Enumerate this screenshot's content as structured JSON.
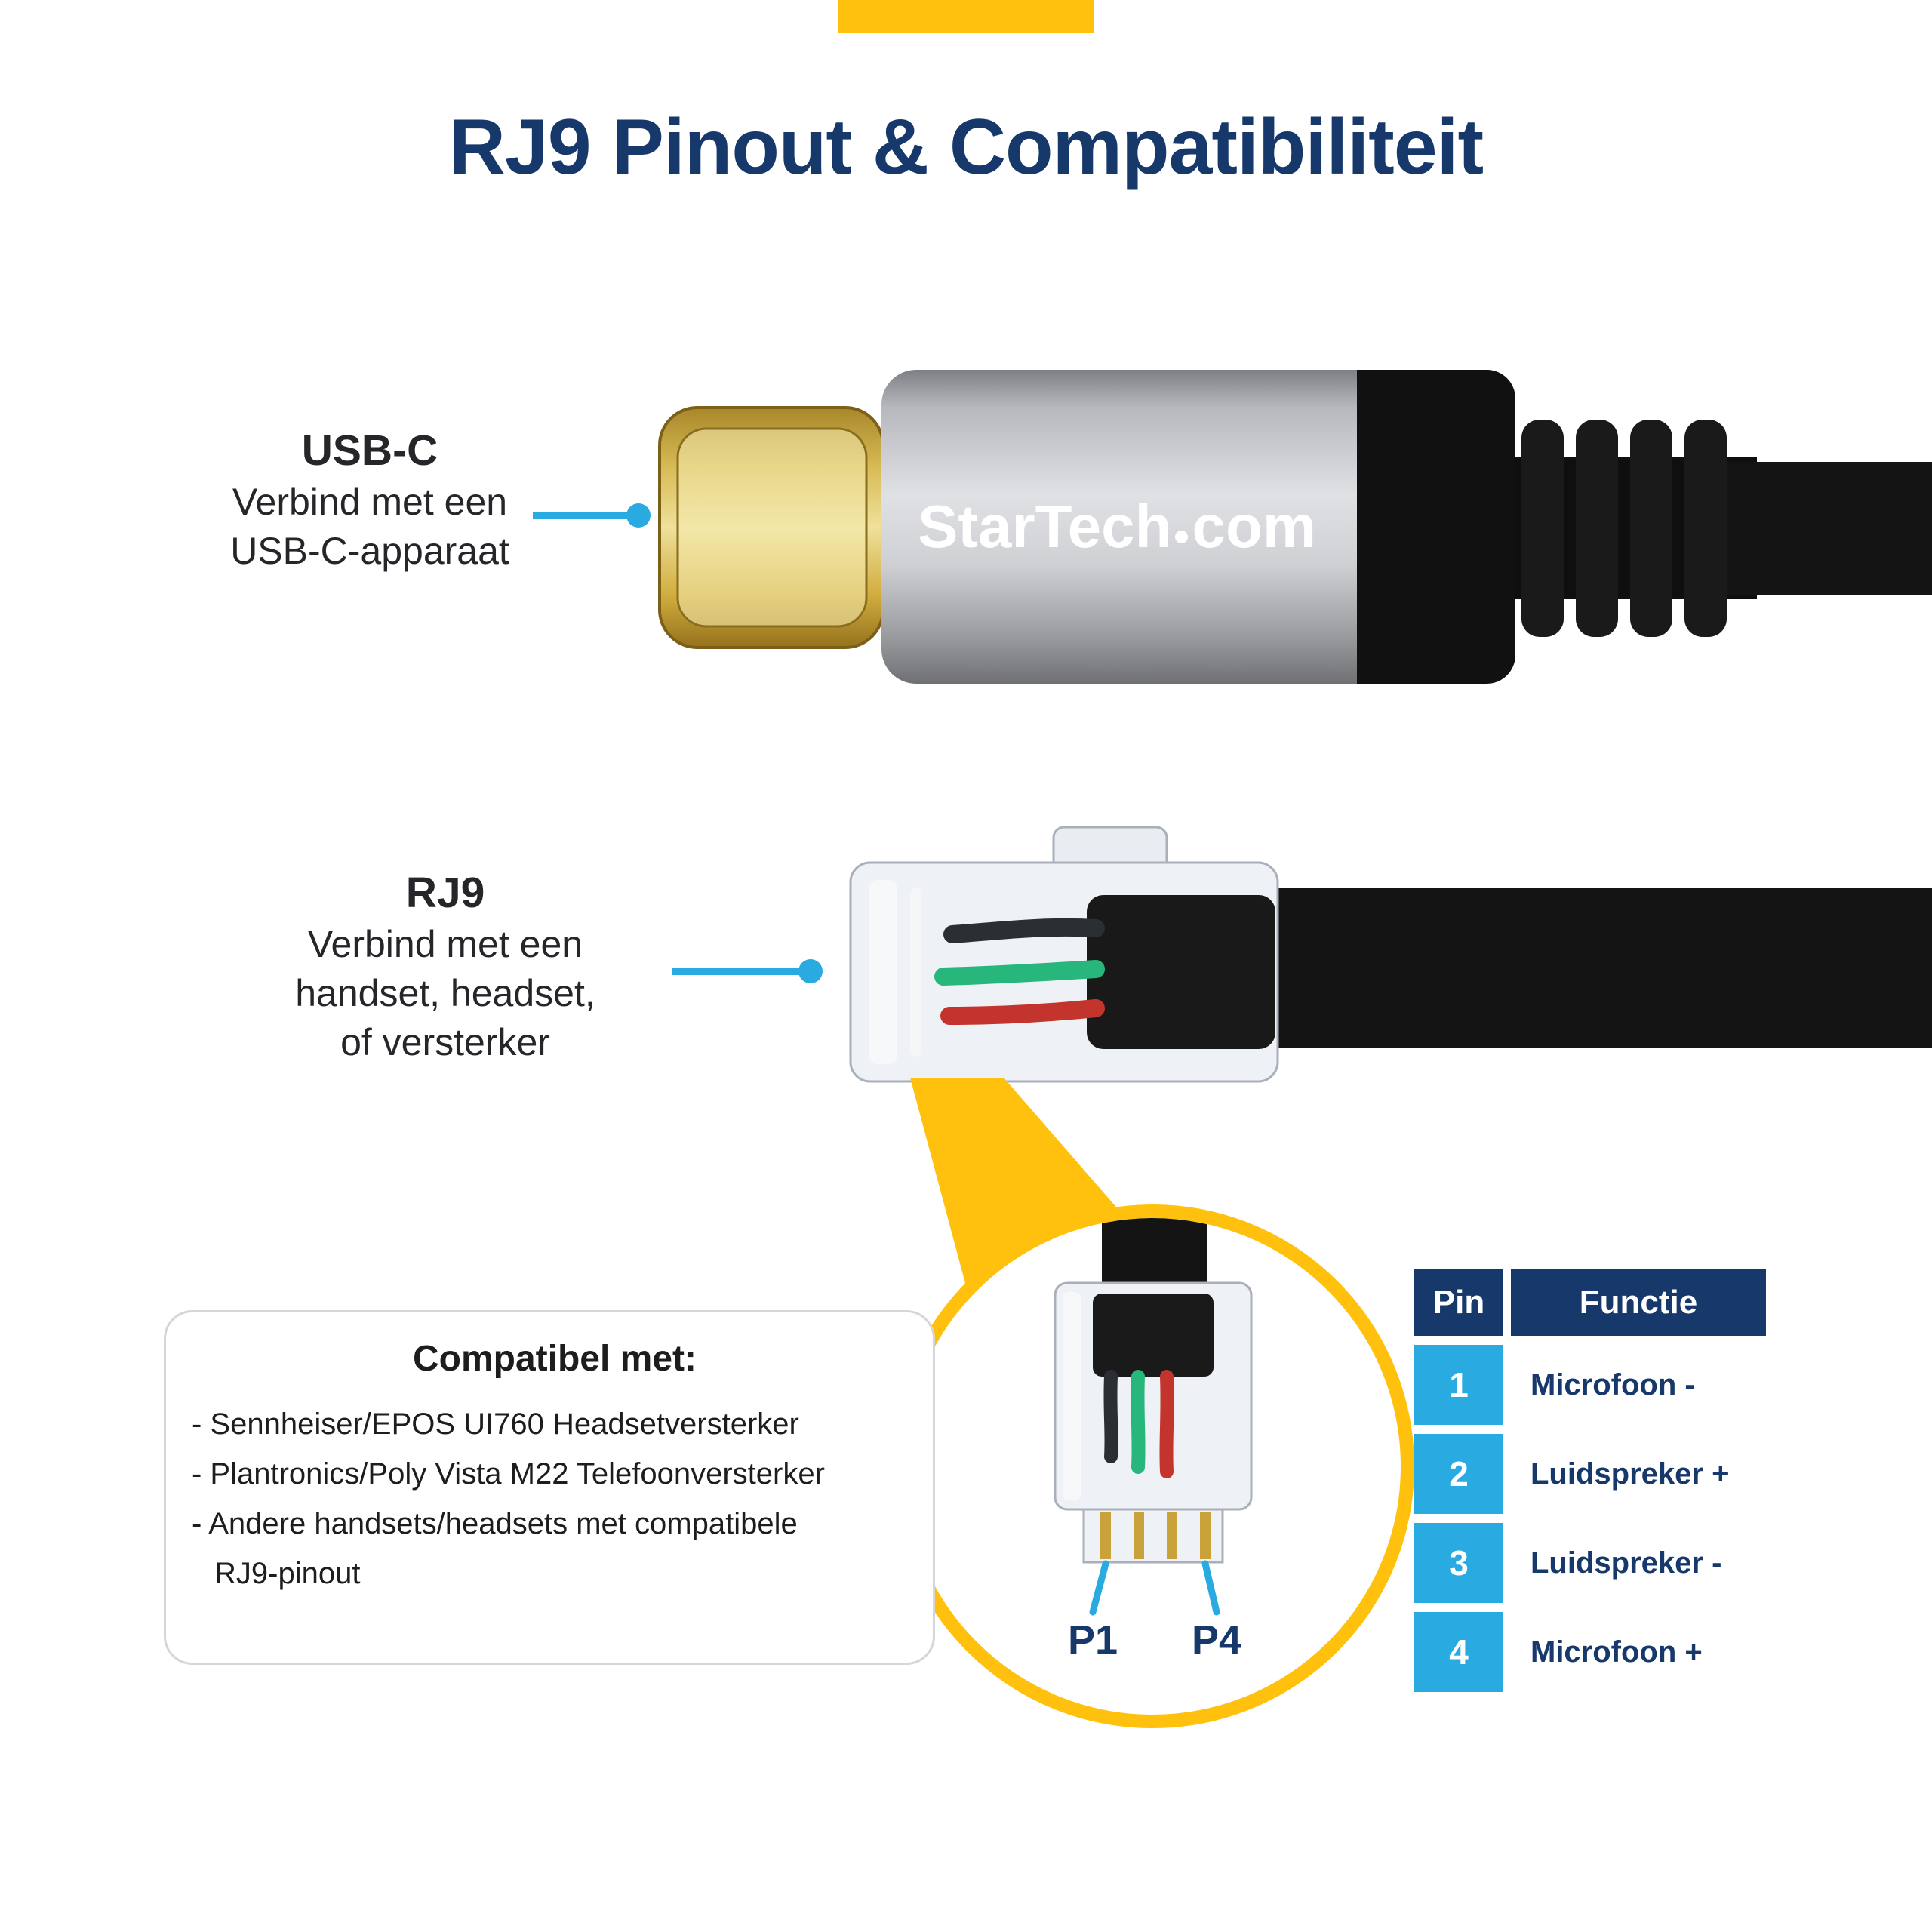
{
  "page": {
    "title": "RJ9 Pinout & Compatibiliteit"
  },
  "colors": {
    "navy": "#17386a",
    "cyan": "#29abe2",
    "yellow": "#ffc10e",
    "gold": "#d7bb55"
  },
  "usb_label": {
    "title": "USB-C",
    "line1": "Verbind met een",
    "line2": "USB-C-apparaat"
  },
  "rj9_label": {
    "title": "RJ9",
    "line1": "Verbind met een",
    "line2": "handset, headset,",
    "line3": "of versterker"
  },
  "logo": {
    "part1": "StarTech",
    "part2": "com"
  },
  "compat": {
    "title": "Compatibel met:",
    "lines": [
      "- Sennheiser/EPOS UI760 Headsetversterker",
      "- Plantronics/Poly Vista M22 Telefoonversterker",
      "- Andere handsets/headsets met compatibele",
      "RJ9-pinout"
    ]
  },
  "zoom": {
    "p1": "P1",
    "p4": "P4"
  },
  "table": {
    "headers": {
      "pin": "Pin",
      "functie": "Functie"
    },
    "rows": [
      {
        "pin": "1",
        "functie": "Microfoon -"
      },
      {
        "pin": "2",
        "functie": "Luidspreker +"
      },
      {
        "pin": "3",
        "functie": "Luidspreker -"
      },
      {
        "pin": "4",
        "functie": "Microfoon +"
      }
    ]
  }
}
